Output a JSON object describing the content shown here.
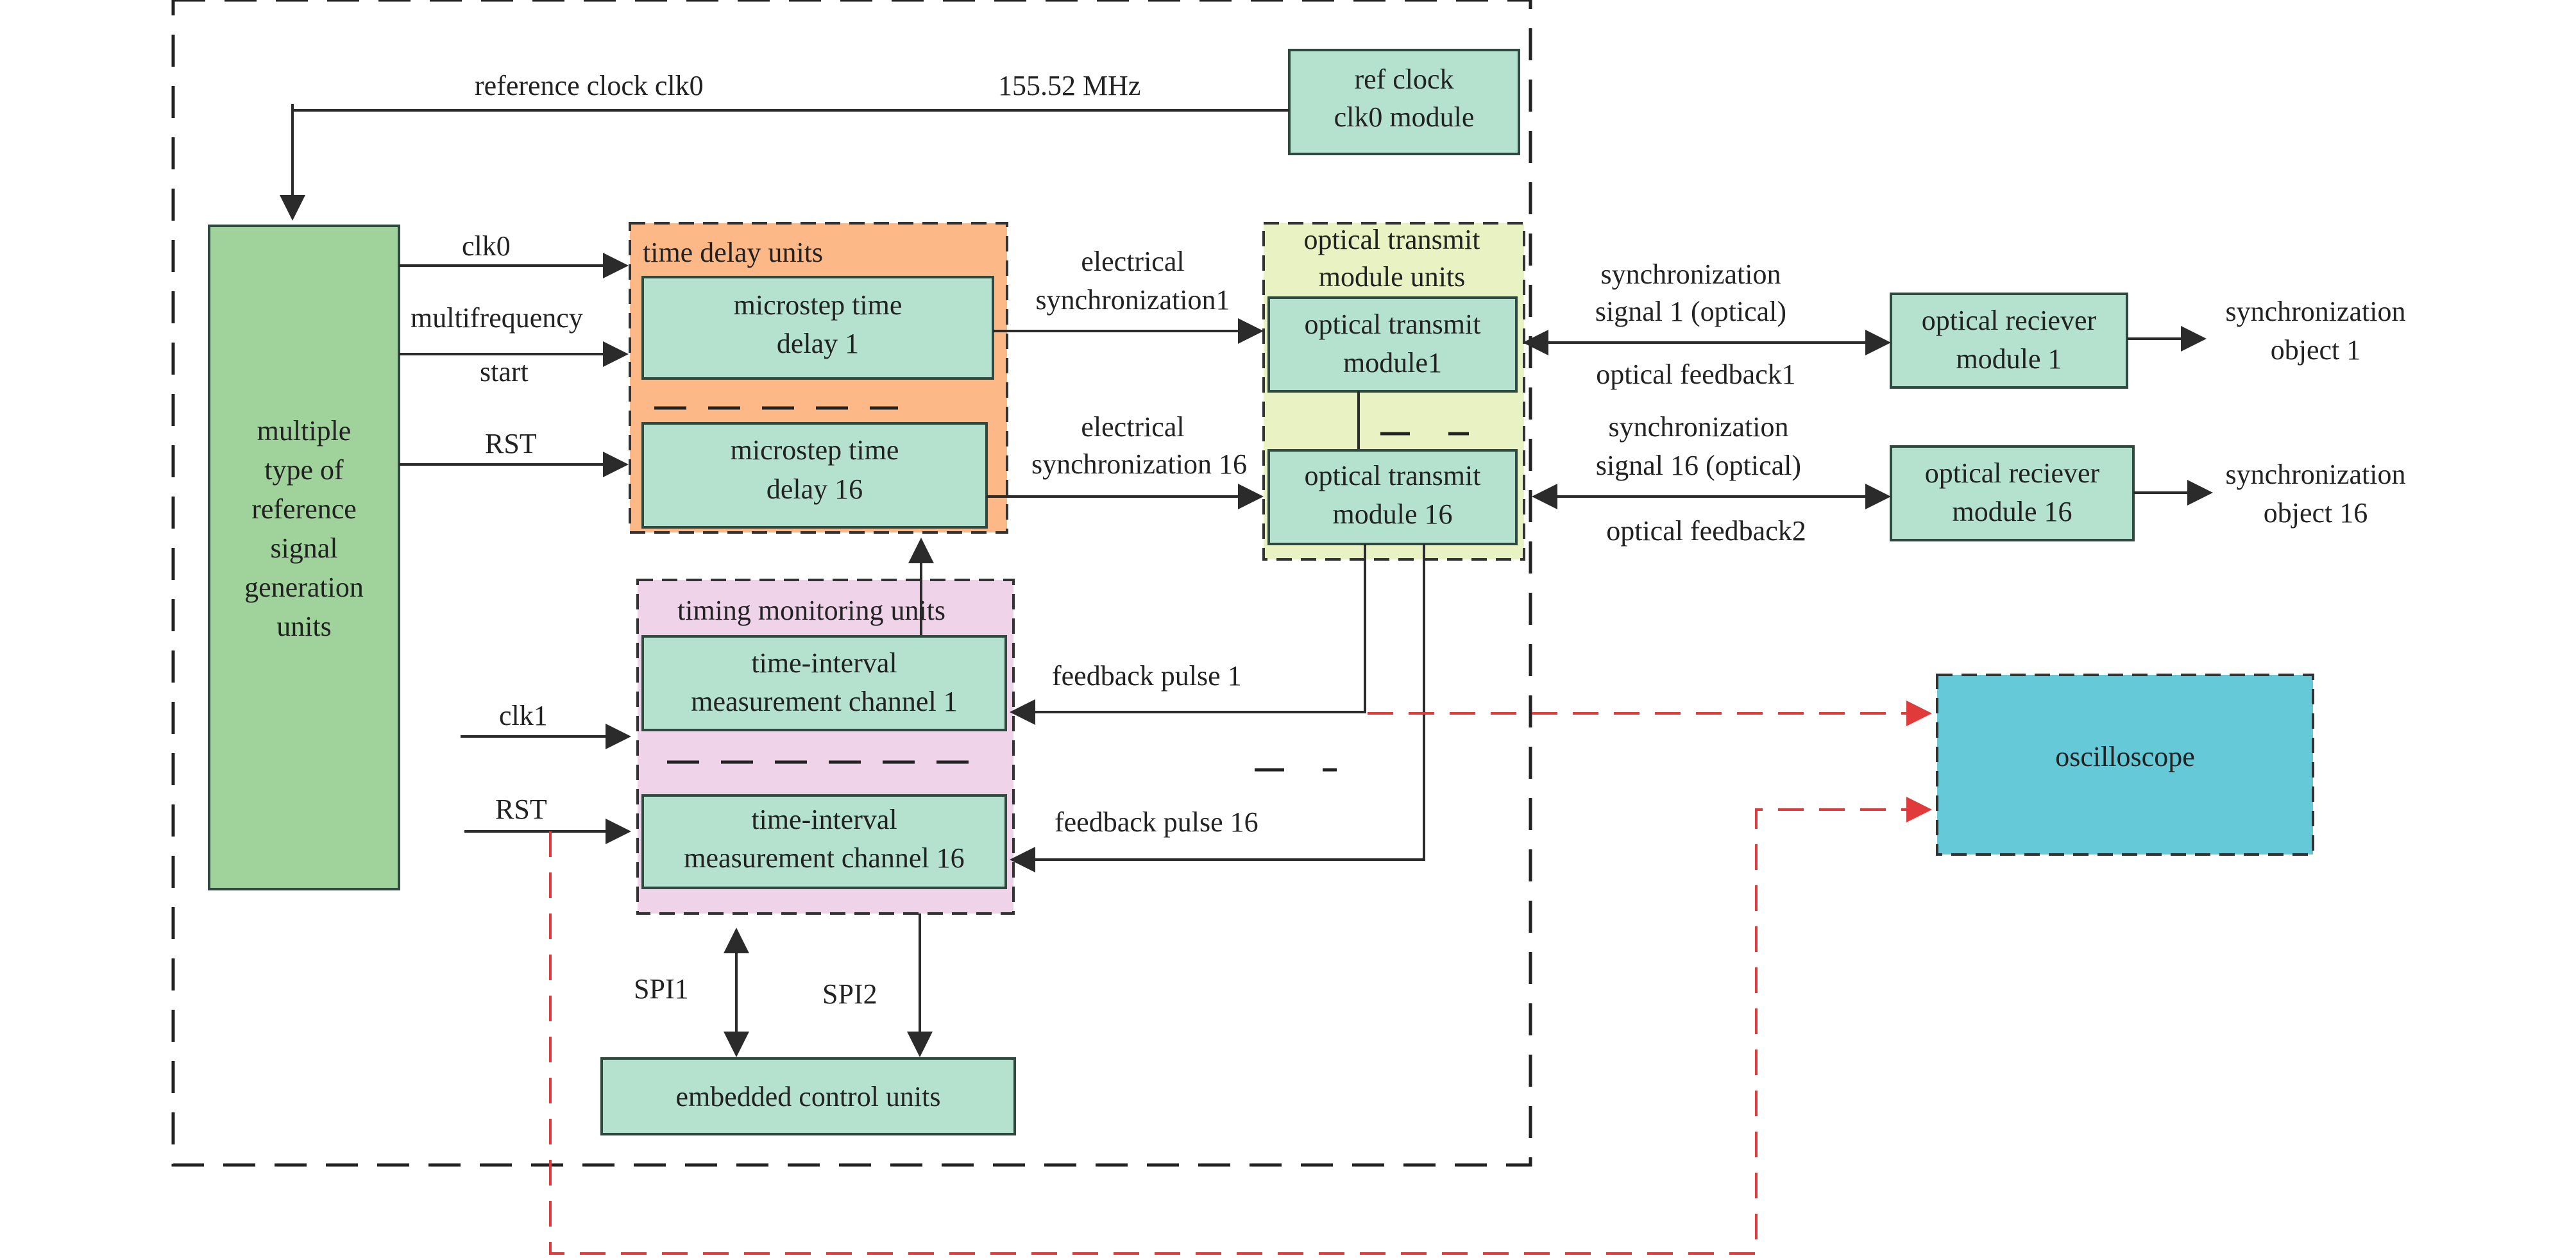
{
  "diagram": {
    "ref_clock_module": {
      "line1": "ref clock",
      "line2": "clk0 module"
    },
    "ref_clock_label": "reference clock clk0",
    "ref_freq_label": "155.52 MHz",
    "ref_signal_units": {
      "lines": [
        "multiple",
        "type of",
        "reference",
        "signal",
        "generation",
        "units"
      ],
      "color": "#9fd39b"
    },
    "signals_left": {
      "clk0": "clk0",
      "multifrequency": "multifrequency",
      "start": "start",
      "rst": "RST",
      "clk1": "clk1",
      "rst2": "RST"
    },
    "time_delay_units": {
      "title": "time delay units",
      "color": "#fcb987",
      "delay1": {
        "line1": "microstep time",
        "line2": "delay 1"
      },
      "delay16": {
        "line1": "microstep time",
        "line2": "delay 16"
      }
    },
    "timing_monitoring_units": {
      "title": "timing monitoring units",
      "color": "#efd4e9",
      "ch1": {
        "line1": "time-interval",
        "line2": "measurement channel 1"
      },
      "ch16": {
        "line1": "time-interval",
        "line2": "measurement channel 16"
      }
    },
    "electrical_sync1": {
      "line1": "electrical",
      "line2": "synchronization1"
    },
    "electrical_sync16": {
      "line1": "electrical",
      "line2": "synchronization 16"
    },
    "optical_transmit_units": {
      "title_line1": "optical transmit",
      "title_line2": "module units",
      "color": "#e8f2c2",
      "m1": {
        "line1": "optical transmit",
        "line2": "module1"
      },
      "m16": {
        "line1": "optical transmit",
        "line2": "module 16"
      }
    },
    "sync_signal1": {
      "line1": "synchronization",
      "line2": "signal 1 (optical)"
    },
    "optical_feedback1": "optical feedback1",
    "sync_signal16": {
      "line1": "synchronization",
      "line2": "signal 16 (optical)"
    },
    "optical_feedback2": "optical feedback2",
    "receiver1": {
      "line1": "optical reciever",
      "line2": "module 1"
    },
    "receiver16": {
      "line1": "optical reciever",
      "line2": "module 16"
    },
    "sync_object1": {
      "line1": "synchronization",
      "line2": "object 1"
    },
    "sync_object16": {
      "line1": "synchronization",
      "line2": "object 16"
    },
    "feedback_pulse1": "feedback pulse 1",
    "feedback_pulse16": "feedback pulse 16",
    "oscilloscope": {
      "label": "oscilloscope",
      "color": "#66c9d8"
    },
    "spi1": "SPI1",
    "spi2": "SPI2",
    "embedded_control": "embedded control units",
    "box_color": "#b5e2cf",
    "probe_color": "#e03a3a"
  }
}
